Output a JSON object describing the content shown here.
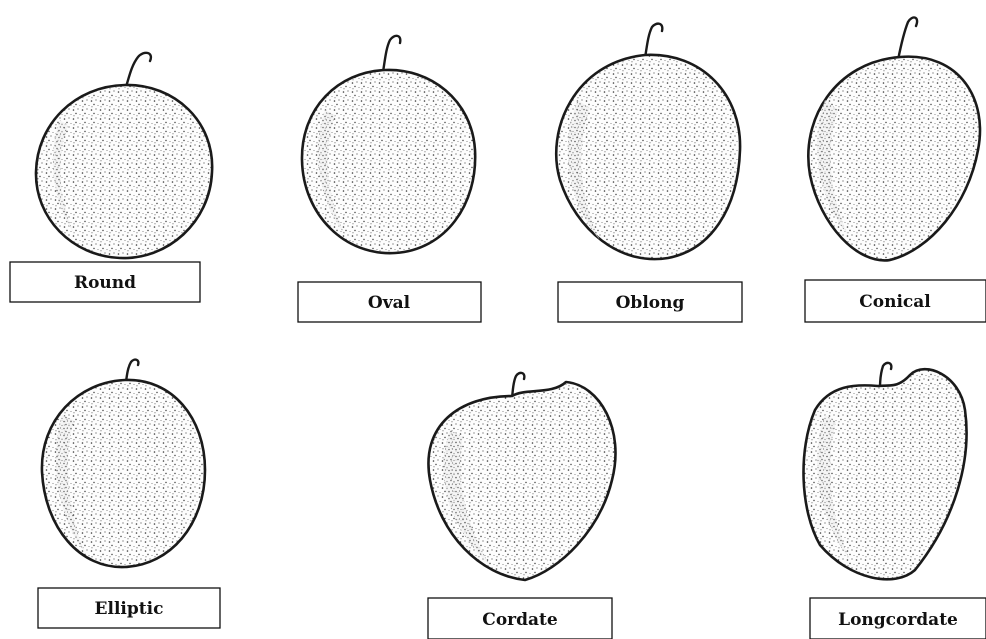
{
  "shapes": [
    {
      "label": "Round"
    },
    {
      "label": "Oval"
    },
    {
      "label": "Oblong"
    },
    {
      "label": "Conical"
    },
    {
      "label": "Elliptic"
    },
    {
      "label": "Cordate"
    },
    {
      "label": "Longcordate"
    }
  ],
  "colors": {
    "outline": "#1a1a1a",
    "stipple": "#3a3a3a",
    "background": "#ffffff"
  }
}
